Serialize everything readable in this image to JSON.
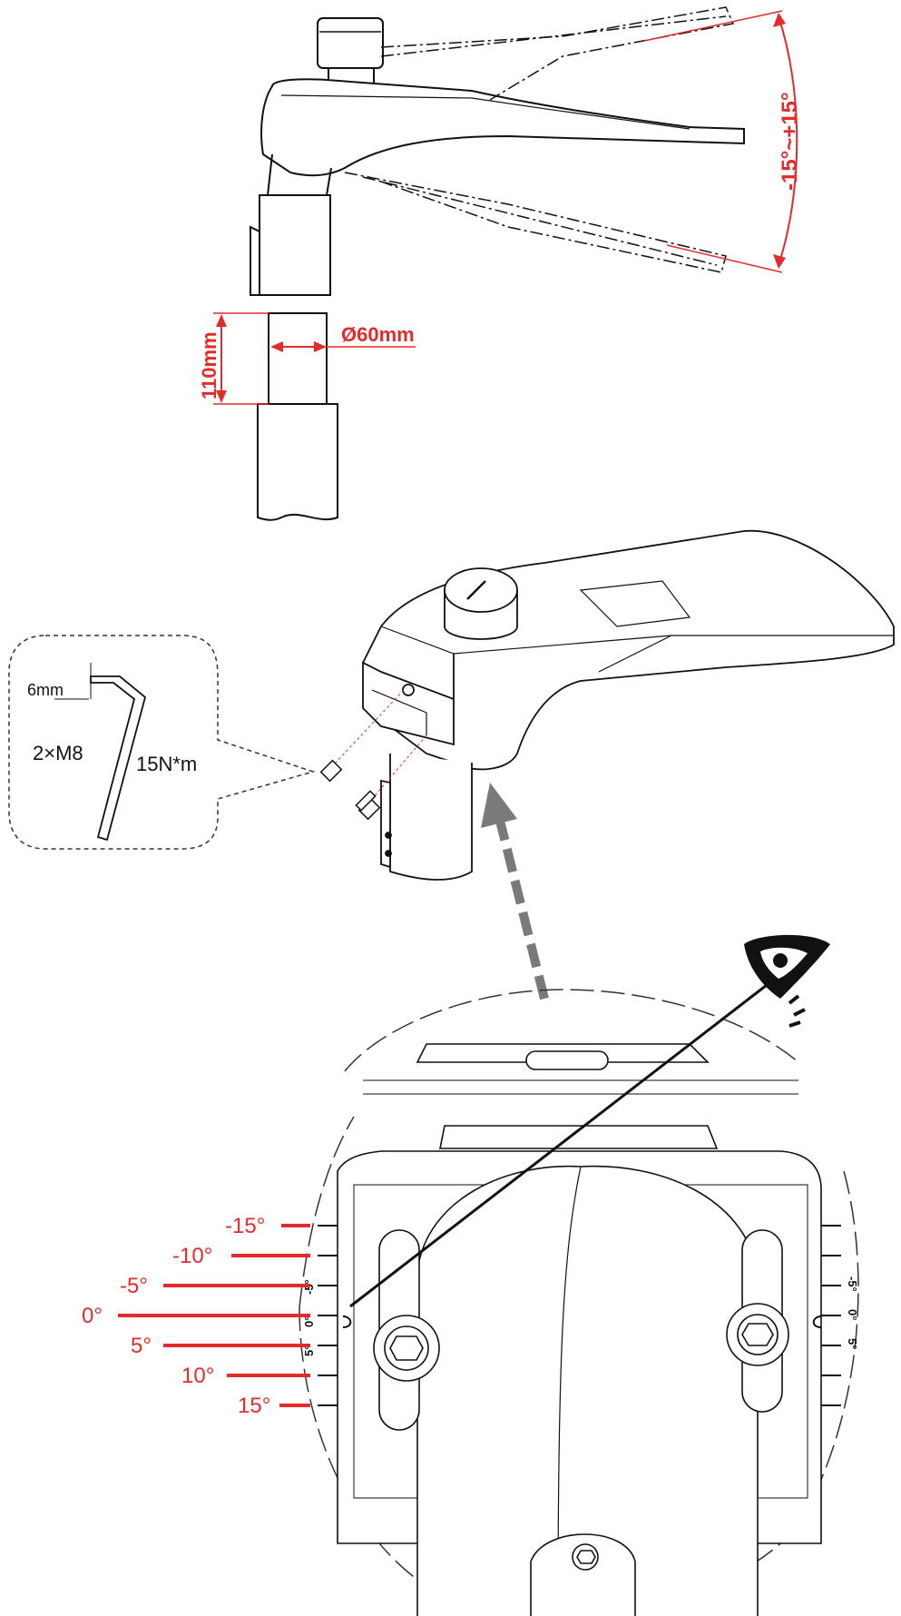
{
  "tilt_range": {
    "label": "-15°~+15°"
  },
  "spigot": {
    "height_label": "110mm",
    "diameter_label": "Ø60mm"
  },
  "callout": {
    "hex_key_label": "6mm",
    "bolt_label": "2×M8",
    "torque_label": "15N*m"
  },
  "angle_scale": {
    "labels": [
      "-15°",
      "-10°",
      "-5°",
      "0°",
      "5°",
      "10°",
      "15°"
    ],
    "engraved": [
      "-5°",
      "0°",
      "5°"
    ]
  },
  "colors": {
    "dimension": "#e32b2b",
    "line": "#111111",
    "arrow": "#7a7a7a"
  }
}
